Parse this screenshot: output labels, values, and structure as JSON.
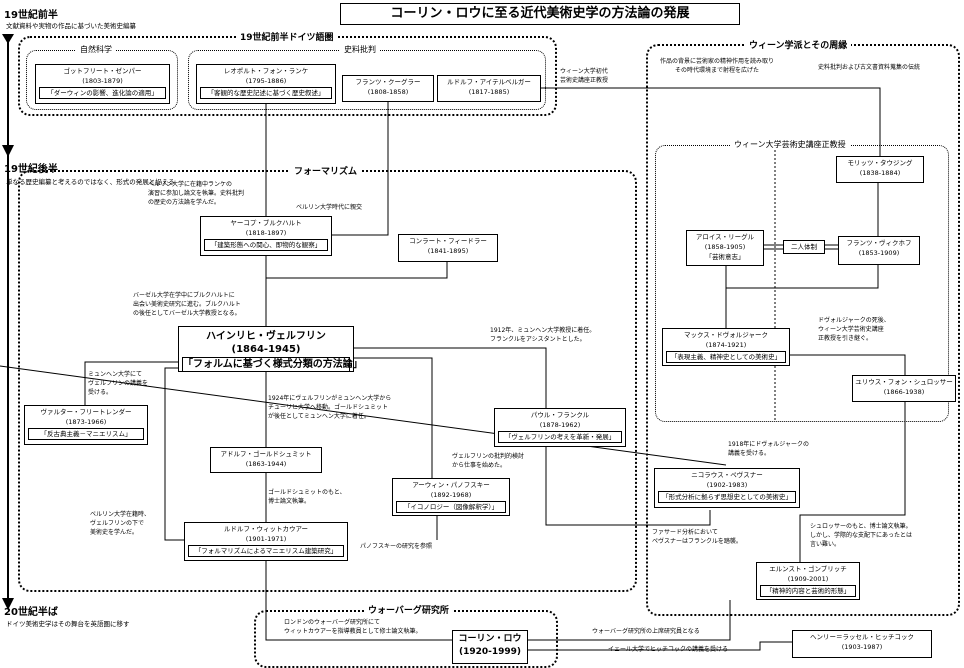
{
  "title": "コーリン・ロウに至る近代美術史学の方法論の発展",
  "eras": [
    {
      "label": "19世紀前半",
      "note": "文献資料や実物の作品に基づいた美術史編纂"
    },
    {
      "label": "19世紀後半",
      "note": "単なる歴史編纂と考えるのではなく、形式の発展と捉える"
    },
    {
      "label": "20世紀半ば",
      "note": "ドイツ美術史学はその舞台を英語圏に移す"
    }
  ],
  "groups": {
    "german": "19世紀前半ドイツ語圏",
    "natural_science": "自然科学",
    "source_criticism": "史料批判",
    "formalism": "フォーマリズム",
    "vienna": "ウィーン学派とその周縁",
    "vienna_chair": "ウィーン大学芸術史講座正教授",
    "warburg": "ウォーバーグ研究所"
  },
  "people": {
    "semper": {
      "name": "ゴットフリート・ゼンパー",
      "years": "(1803-1879)",
      "work": "「ダーウィンの影響、進化論の適用」"
    },
    "ranke": {
      "name": "レオポルト・フォン・ランケ",
      "years": "(1795-1886)",
      "work": "「客観的な歴史記述に基づく歴史叙述」"
    },
    "kugler": {
      "name": "フランツ・クーグラー",
      "years": "(1808-1858)"
    },
    "eitelberger": {
      "name": "ルドルフ・アイテルベルガー",
      "years": "(1817-1885)"
    },
    "burckhardt": {
      "name": "ヤーコプ・ブルクハルト",
      "years": "(1818-1897)",
      "work": "「建築形態への関心、即物的な観察」"
    },
    "fiedler": {
      "name": "コンラート・フィードラー",
      "years": "(1841-1895)"
    },
    "wolfflin": {
      "name": "ハインリヒ・ヴェルフリン",
      "years": "(1864-1945)",
      "work": "「フォルムに基づく様式分類の方法論」"
    },
    "friedlaender": {
      "name": "ヴァルター・フリートレンダー",
      "years": "(1873-1966)",
      "work": "「反古典主義－マニエリスム」"
    },
    "frankl": {
      "name": "パウル・フランクル",
      "years": "(1878-1962)",
      "work": "「ヴェルフリンの考えを革新・発展」"
    },
    "goldschmidt": {
      "name": "アドルフ・ゴールドシュミット",
      "years": "(1863-1944)"
    },
    "panofsky": {
      "name": "アーウィン・パノフスキー",
      "years": "(1892-1968)",
      "work": "「イコノロジー（図像解釈学）」"
    },
    "wittkower": {
      "name": "ルドルフ・ウィットカウアー",
      "years": "(1901-1971)",
      "work": "「フォルマリズムによるマニエリスム建築研究」"
    },
    "thausing": {
      "name": "モリッツ・タウジング",
      "years": "(1838-1884)"
    },
    "riegl": {
      "name": "アロイス・リーグル",
      "years": "(1858-1905)",
      "work": "「芸術意志」"
    },
    "wickhoff": {
      "name": "フランツ・ヴィクホフ",
      "years": "(1853-1909)"
    },
    "dvorak": {
      "name": "マックス・ドヴォルジャーク",
      "years": "(1874-1921)",
      "work": "「表現主義、精神史としての美術史」"
    },
    "schlosser": {
      "name": "ユリウス・フォン・シュロッサー",
      "years": "(1866-1938)"
    },
    "pevsner": {
      "name": "ニコラウス・ペヴスナー",
      "years": "(1902-1983)",
      "work": "「形式分析に拠らず思想史としての美術史」"
    },
    "gombrich": {
      "name": "エルンスト・ゴンブリッチ",
      "years": "(1909-2001)",
      "work": "「精神的内容と芸術的形態」"
    },
    "rowe": {
      "name": "コーリン・ロウ",
      "years": "(1920-1999)"
    },
    "hitchcock": {
      "name": "ヘンリー＝ラッセル・ヒッチコック",
      "years": "(1903-1987)"
    }
  },
  "dual_system": "二人体制",
  "annotations": {
    "vienna_first": "ウィーン大学初代\n芸術史講座正教授",
    "vienna_intro": "作品の背景に芸術家の精神作用を読み取り\nその時代環境まで射程を広げた",
    "vienna_tradition": "史料批判および古文書資料蒐集の伝統",
    "burckhardt_berlin": "ベルリン大学に在籍中ランケの\n演習に参加し論文を執筆。史料批判\nの歴史の方法論を学んだ。",
    "berlin_friend": "ベルリン大学時代に親交",
    "wolfflin_basel": "バーゼル大学在学中にブルクハルトに\n出会い美術史研究に進む。ブルクハルト\nの後任としてバーゼル大学教授となる。",
    "frankl_munich": "1912年、ミュンヘン大学教授に着任。\nフランクルをアシスタントとした。",
    "friedlaender_munich": "ミュンヘン大学にて\nヴェルフリンの講義を\n受ける。",
    "wolfflin_1924": "1924年にヴェルフリンがミュンヘン大学から\nチューリヒ大学へ移動。ゴールドシュミット\nが後任としてミュンヘン大学に着任。",
    "panofsky_critique": "ヴェルフリンの批判的検討\nから仕事を始めた。",
    "goldschmidt_thesis": "ゴールドシュミットのもと、\n博士論文執筆。",
    "wittkower_berlin": "ベルリン大学在籍時、\nヴェルフリンの下で\n美術史を学んだ。",
    "panofsky_ref": "パノフスキーの研究を参照",
    "dvorak_succ": "ドヴォルジャークの死後、\nウィーン大学芸術史講座\n正教授を引き継ぐ。",
    "pevsner_1918": "1918年にドヴォルジャークの\n講義を受ける。",
    "pevsner_frankl": "ファサード分析において\nペヴスナーはフランクルを踏襲。",
    "gombrich_thesis": "シュロッサーのもと、博士論文執筆。\nしかし、学際的な支配下にあったとは\n言い難い。",
    "rowe_london": "ロンドンのウォーバーグ研究所にて\nウィットカウアーを指導教員として修士論文執筆。",
    "warburg_lecturer": "ウォーバーグ研究所の上席研究員となる",
    "yale": "イェール大学でヒッチコックの講義を受ける"
  }
}
